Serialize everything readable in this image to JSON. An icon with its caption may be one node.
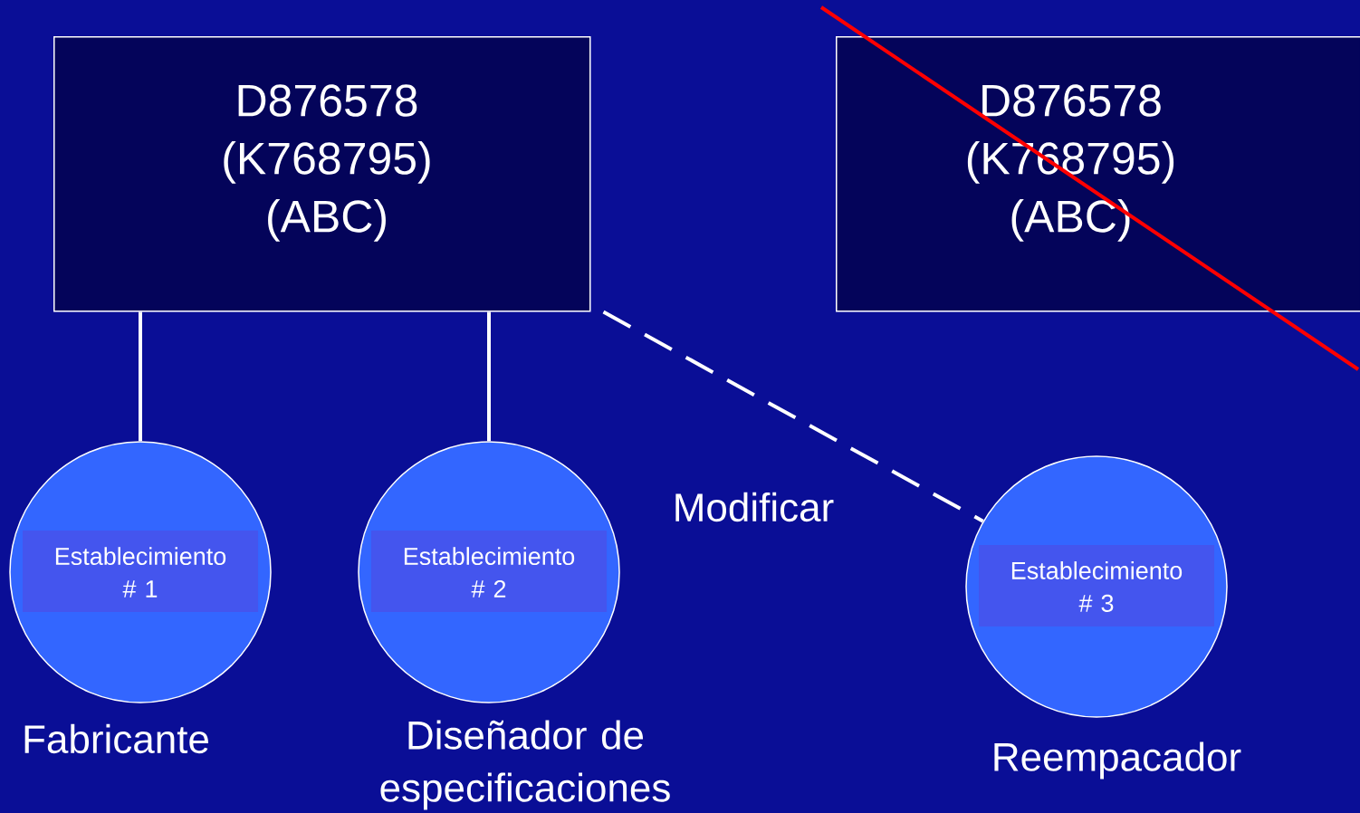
{
  "diagram": {
    "nodes": [
      {
        "text": [
          "D876578 (K768795) (ABC)"
        ]
      },
      {
        "text": [
          "D876578 (K768795) (ABC)"
        ]
      },
      {
        "text": [
          "Establecimiento # 1"
        ],
        "beside": [
          "Fabricante"
        ]
      },
      {
        "text": [
          "Establecimiento # 2"
        ],
        "beside": [
          "Diseñador de especificaciones"
        ]
      },
      {
        "text": [
          "Establecimiento # 3"
        ],
        "beside": [
          "Reempacador"
        ]
      }
    ],
    "edges": [
      {
        "from": 0,
        "to": 2,
        "arrow": "none"
      },
      {
        "from": 0,
        "to": 3,
        "arrow": "none"
      },
      {
        "from": 0,
        "to": 4,
        "arrow": "none",
        "style": "dashed",
        "label": "Modificar"
      }
    ]
  }
}
